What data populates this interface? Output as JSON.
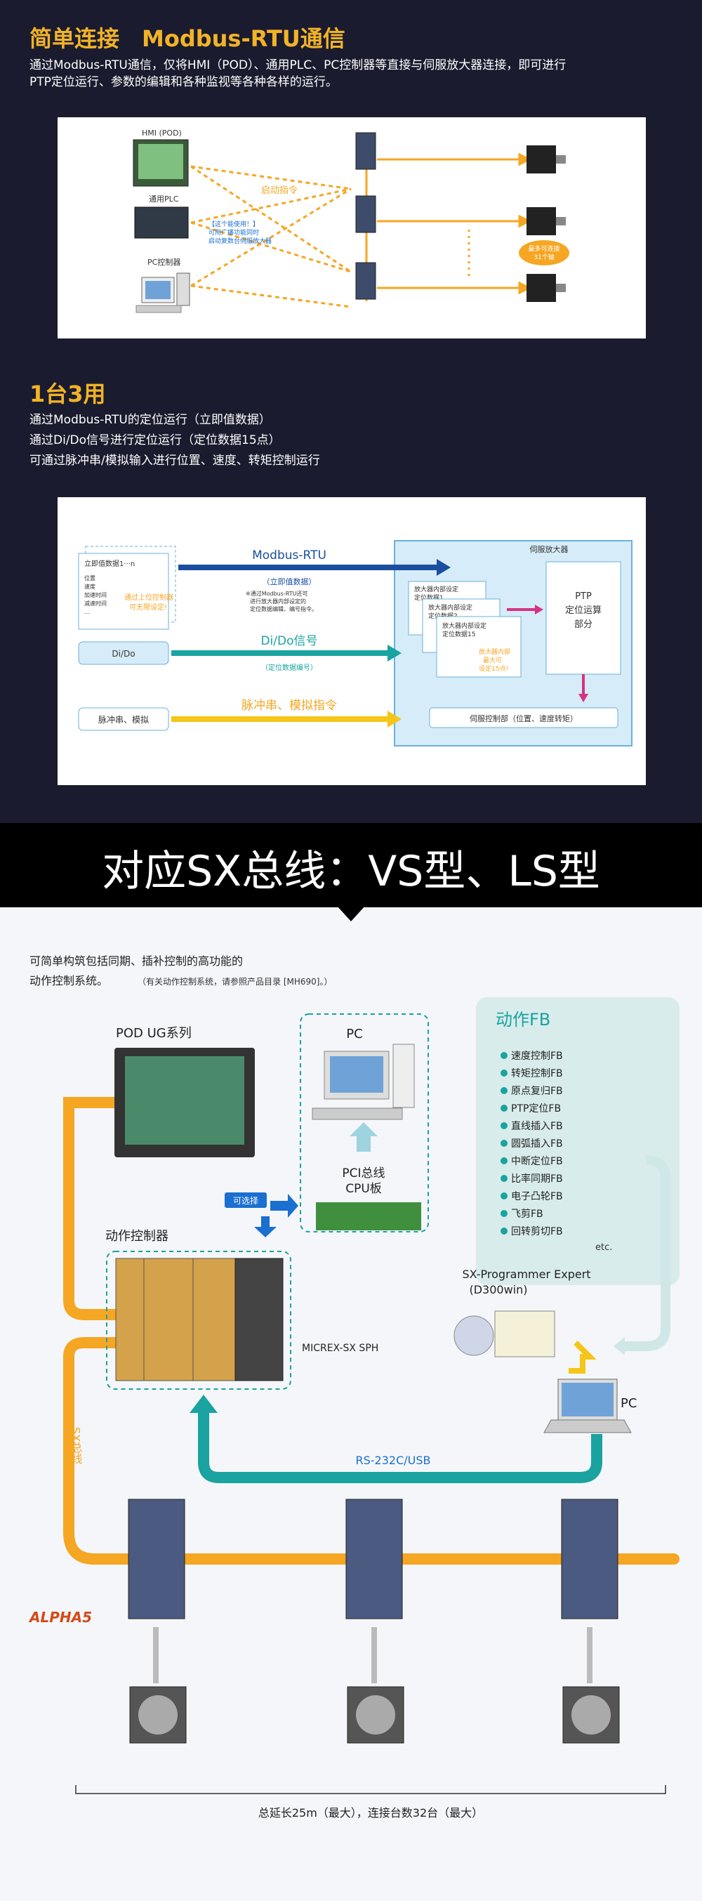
{
  "section1": {
    "title": "简单连接　Modbus-RTU通信",
    "desc_line1": "通过Modbus-RTU通信，仅将HMI（POD）、通用PLC、PC控制器等直接与伺服放大器连接，即可进行",
    "desc_line2": "PTP定位运行、参数的编辑和各种监视等各种各样的运行。",
    "diagram": {
      "hmi_label": "HMI (POD)",
      "plc_label": "通用PLC",
      "pc_label": "PC控制器",
      "start_cmd": "启动指令",
      "note1": "【这个能使用！】",
      "note2": "可用广播功能同时",
      "note3": "启动复数台伺服放大器",
      "max_connect1": "最多可连接",
      "max_connect2": "31个轴"
    }
  },
  "section2": {
    "title": "1台3用",
    "line1": "通过Modbus-RTU的定位运行（立即值数据）",
    "line2": "通过Di/Do信号进行定位运行（定位数据15点）",
    "line3": "可通过脉冲串/模拟输入进行位置、速度、转矩控制运行",
    "diagram": {
      "servo_amp": "伺服放大器",
      "imm_data": "立即值数据1···n",
      "items": [
        "位置",
        "速度",
        "加速时间",
        "减速时间",
        "…"
      ],
      "upper_ctrl1": "通过上位控制器",
      "upper_ctrl2": "可无限设定!",
      "modbus": "Modbus-RTU",
      "imm_paren": "（立即值数据）",
      "note_a": "※通过Modbus-RTU还可",
      "note_b": "进行放大器内部设定的",
      "note_c": "定位数据编辑、编号指令。",
      "dido": "Di/Do",
      "dido_sig": "Di/Do信号",
      "pos_num": "（定位数据编号）",
      "pulse": "脉冲串、模拟",
      "pulse_cmd": "脉冲串、模拟指令",
      "int1a": "放大器内部设定",
      "int1b": "定位数据1",
      "int2a": "放大器内部设定",
      "int2b": "定位数据2",
      "int15a": "放大器内部设定",
      "int15b": "定位数据15",
      "int_note1": "放大器内部",
      "int_note2": "最大可",
      "int_note3": "设定15点!",
      "ptp1": "PTP",
      "ptp2": "定位运算",
      "ptp3": "部分",
      "servo_ctrl": "伺服控制部（位置、速度转矩）"
    }
  },
  "banner": {
    "title": "对应SX总线：VS型、LS型"
  },
  "section3": {
    "intro1": "可简单构筑包括同期、插补控制的高功能的",
    "intro2": "动作控制系统。",
    "intro_note": "（有关动作控制系统，请参照产品目录 [MH690]。）",
    "pod_label": "POD UG系列",
    "pc_label_top": "PC",
    "pci_label1": "PCI总线",
    "pci_label2": "CPU板",
    "selectable": "可选择",
    "motion_ctrl": "动作控制器",
    "micrex": "MICREX-SX SPH",
    "fb_title": "动作FB",
    "fb_items": [
      "速度控制FB",
      "转矩控制FB",
      "原点复归FB",
      "PTP定位FB",
      "直线插入FB",
      "圆弧插入FB",
      "中断定位FB",
      "比率同期FB",
      "电子凸轮FB",
      "飞剪FB",
      "回转剪切FB"
    ],
    "fb_etc": "etc.",
    "sx_prog1": "SX-Programmer Expert",
    "sx_prog2": "(D300win)",
    "pc_label_right": "PC",
    "rs232": "RS-232C/USB",
    "sx_bus": "SX总线",
    "alpha": "ALPHA5",
    "footer": "总延长25m（最大），连接台数32台（最大）"
  },
  "colors": {
    "gold": "#f2b327",
    "navy": "#1a1b2e",
    "teal": "#1aa3a0",
    "orange": "#f5a623",
    "blue": "#1a6fd1"
  }
}
